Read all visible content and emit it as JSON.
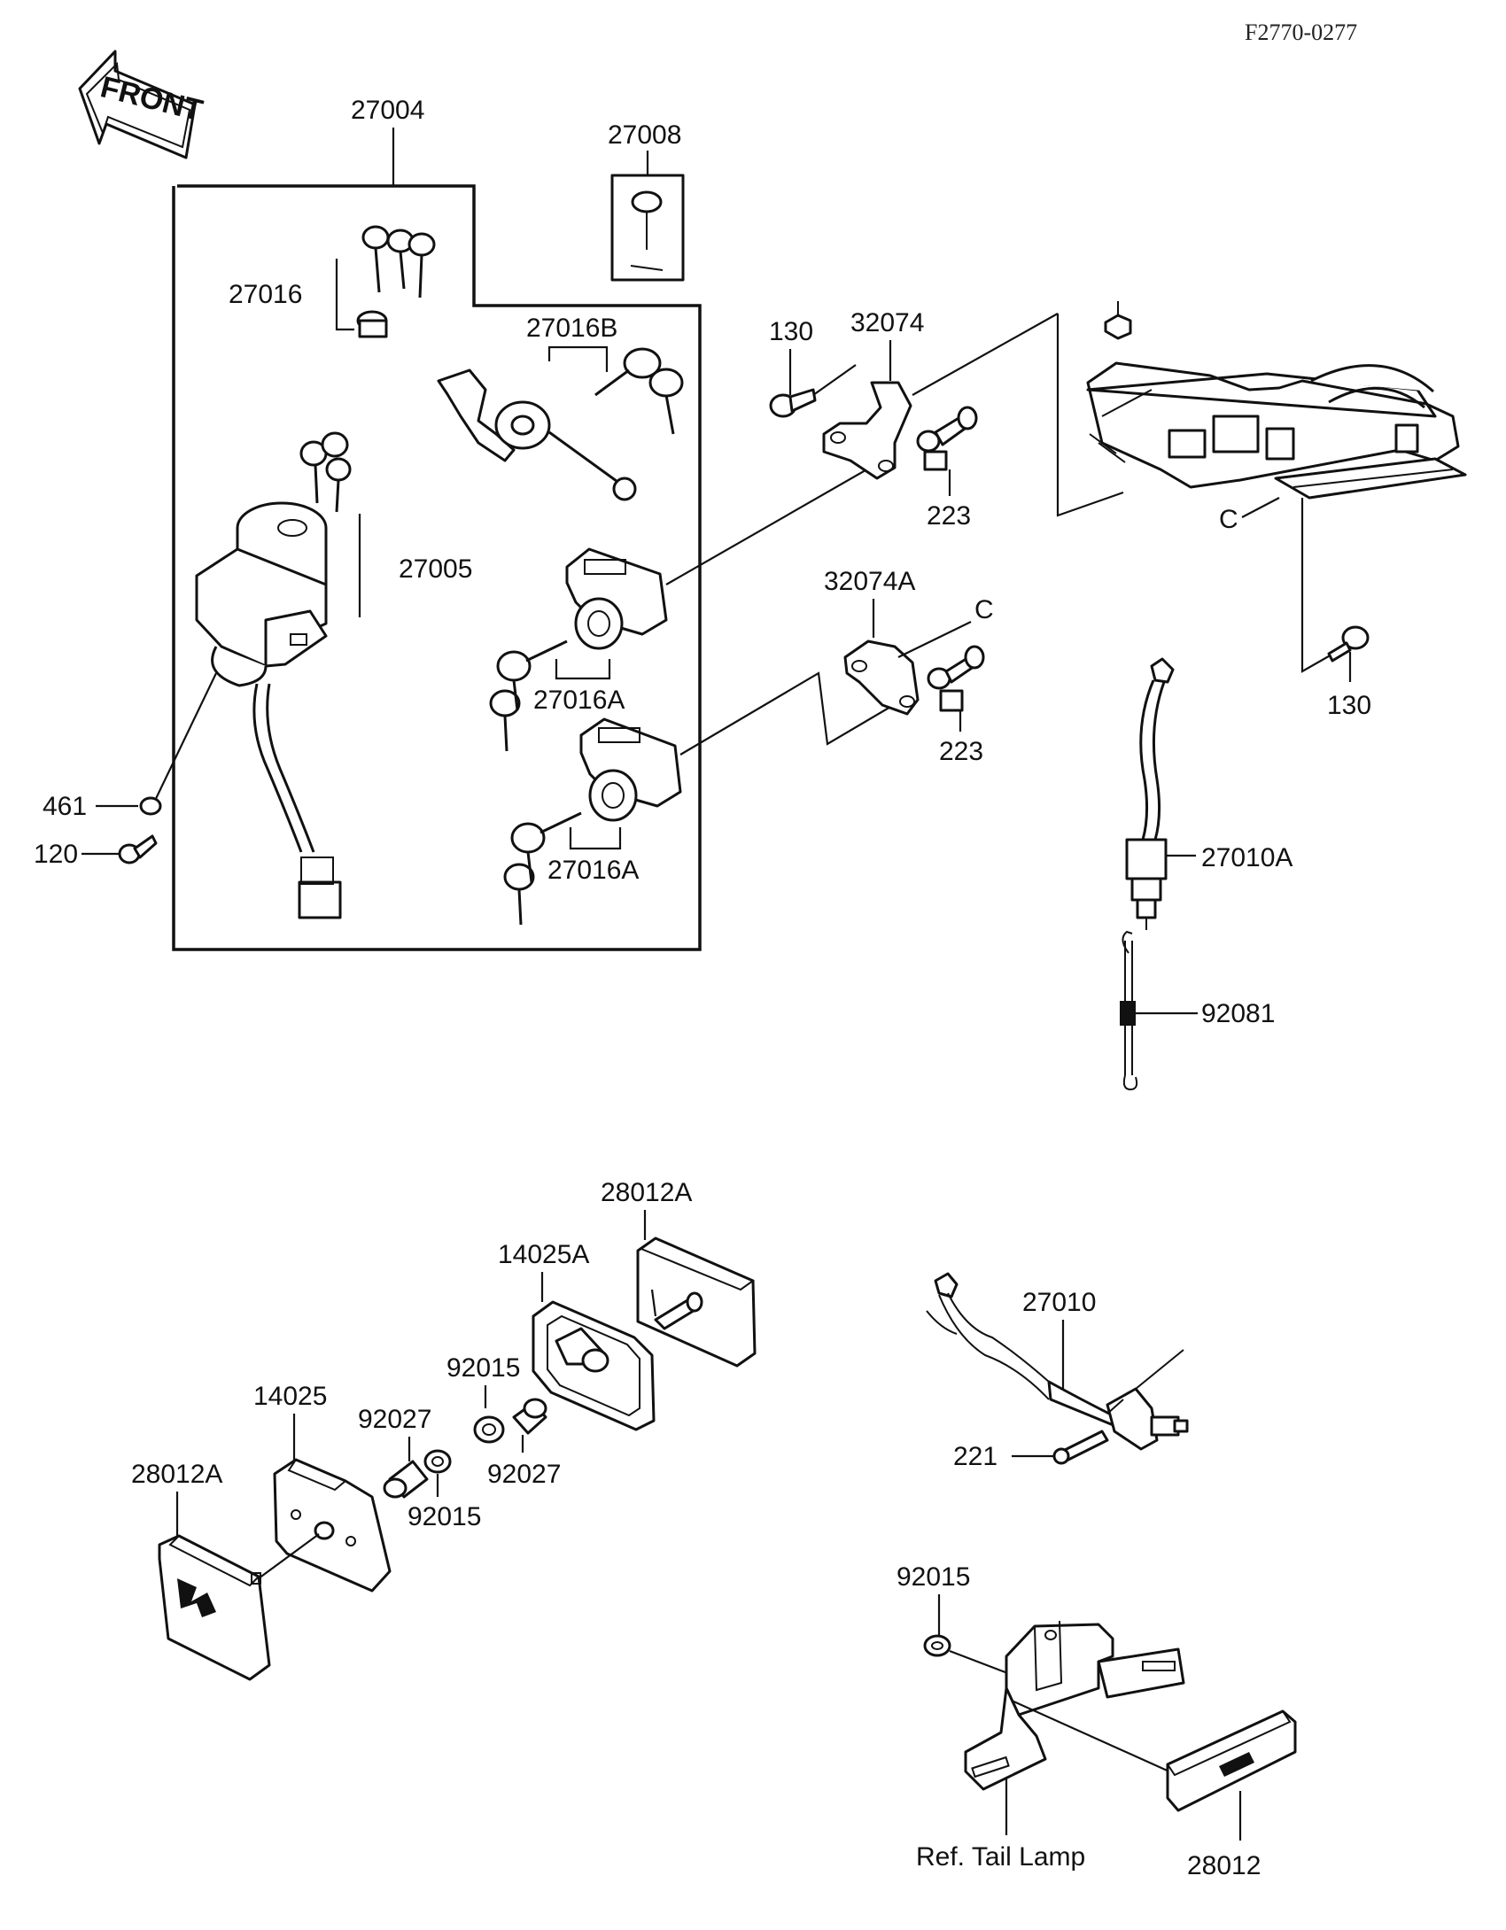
{
  "drawing_code": "F2770-0277",
  "front_arrow": {
    "text": "FRONT"
  },
  "labels": {
    "p27004": "27004",
    "p27008": "27008",
    "p27016": "27016",
    "p27016b": "27016B",
    "p27005": "27005",
    "p27016a_1": "27016A",
    "p27016a_2": "27016A",
    "p461": "461",
    "p120": "120",
    "p130_top": "130",
    "p32074": "32074",
    "p223_1": "223",
    "c_frame": "C",
    "p32074a": "32074A",
    "c_bracket": "C",
    "p223_2": "223",
    "p130_right": "130",
    "p27010a": "27010A",
    "p92081": "92081",
    "p28012a_top": "28012A",
    "p14025a": "14025A",
    "p92015_a": "92015",
    "p92027_a": "92027",
    "p14025": "14025",
    "p92027_b": "92027",
    "p28012a_left": "28012A",
    "p92015_b": "92015",
    "p27010": "27010",
    "p221": "221",
    "p92015_c": "92015",
    "ref_tail_lamp": "Ref. Tail Lamp",
    "p28012": "28012"
  }
}
